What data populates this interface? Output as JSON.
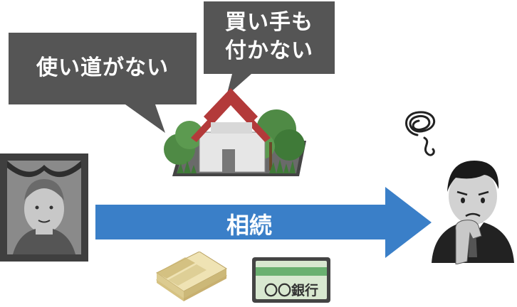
{
  "bubbles": {
    "left_text": "使い道がない",
    "right_line1": "買い手も",
    "right_line2": "付かない"
  },
  "arrow": {
    "label": "相続"
  },
  "bank_card": {
    "label": "〇〇銀行"
  },
  "colors": {
    "bubble": "#555555",
    "arrow": "#3a7fc8",
    "roof": "#b33a3a",
    "house_wall": "#e6e6e6",
    "tree": "#4f8a45",
    "money": "#e8d8a0",
    "card": "#d8e8d0",
    "card_stripe": "#6ab070"
  },
  "icons": [
    "portrait-icon",
    "house-icon",
    "money-bundle-icon",
    "bank-card-icon",
    "worried-man-icon",
    "tangled-thought-icon"
  ]
}
